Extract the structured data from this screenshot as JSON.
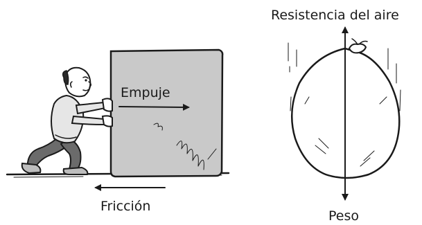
{
  "labels": {
    "push": "Empuje",
    "friction": "Fricción",
    "air_resistance": "Resistencia del aire",
    "weight": "Peso"
  }
}
